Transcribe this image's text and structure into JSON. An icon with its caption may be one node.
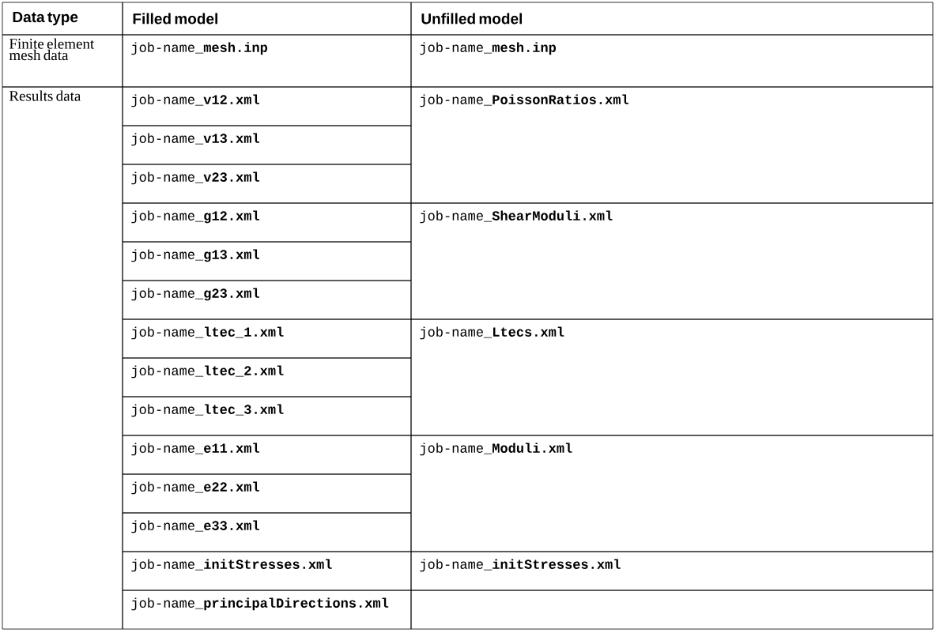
{
  "diagram": {
    "labels": [
      "Data type",
      "Filled model",
      "Unfilled model",
      "Finite element mesh data",
      "job-name_**mesh.inp**",
      "job-name_**mesh.inp**",
      "Results data",
      "job-name_**v12.xml**",
      "job-name_**PoissonRatios.xml**",
      "job-name_**v13.xml**",
      "job-name_**v23.xml**",
      "job-name_**g12.xml**",
      "job-name_**ShearModuli.xml**",
      "job-name_**g13.xml**",
      "job-name_**g23.xml**",
      "job-name_**ltec_1.xml**",
      "job-name_**Ltecs.xml**",
      "job-name_**ltec_2.xml**",
      "job-name_**ltec_3.xml**",
      "job-name_**e11.xml**",
      "job-name_**Moduli.xml**",
      "job-name_**e22.xml**",
      "job-name_**e33.xml**",
      "job-name_**initStresses.xml**",
      "job-name_**initStresses.xml**",
      "job-name_**principalDirections.xml**"
    ]
  }
}
